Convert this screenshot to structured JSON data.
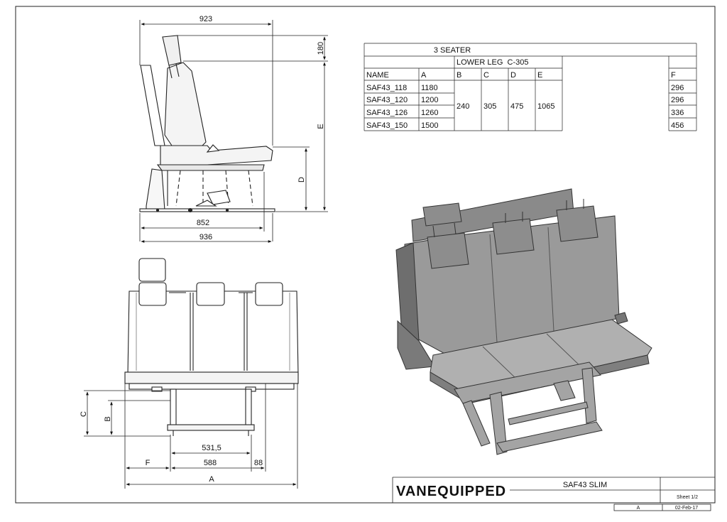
{
  "side_view": {
    "dims": {
      "top_width": "923",
      "headrest_height": "180",
      "total_height": "E",
      "seat_height": "D",
      "base_depth": "852",
      "total_depth": "936"
    }
  },
  "front_view": {
    "dims": {
      "c": "C",
      "b": "B",
      "leg_inner": "531,5",
      "f": "F",
      "leg_outer": "588",
      "edge": "88",
      "a": "A"
    }
  },
  "spec_table": {
    "title": "3 SEATER",
    "group_header": "LOWER LEG  C-305",
    "columns": [
      "NAME",
      "A",
      "B",
      "C",
      "D",
      "E",
      "F"
    ],
    "rows": [
      {
        "name": "SAF43_118",
        "a": "1180",
        "f": "296"
      },
      {
        "name": "SAF43_120",
        "a": "1200",
        "f": "296"
      },
      {
        "name": "SAF43_126",
        "a": "1260",
        "f": "336"
      },
      {
        "name": "SAF43_150",
        "a": "1500",
        "f": "456"
      }
    ],
    "shared": {
      "b": "240",
      "c": "305",
      "d": "475",
      "e": "1065"
    }
  },
  "title_block": {
    "brand": "VANEQUIPPED",
    "product": "SAF43 SLIM",
    "sheet": "Sheet 1/2",
    "revision": "A",
    "date": "02-Feb-17"
  }
}
